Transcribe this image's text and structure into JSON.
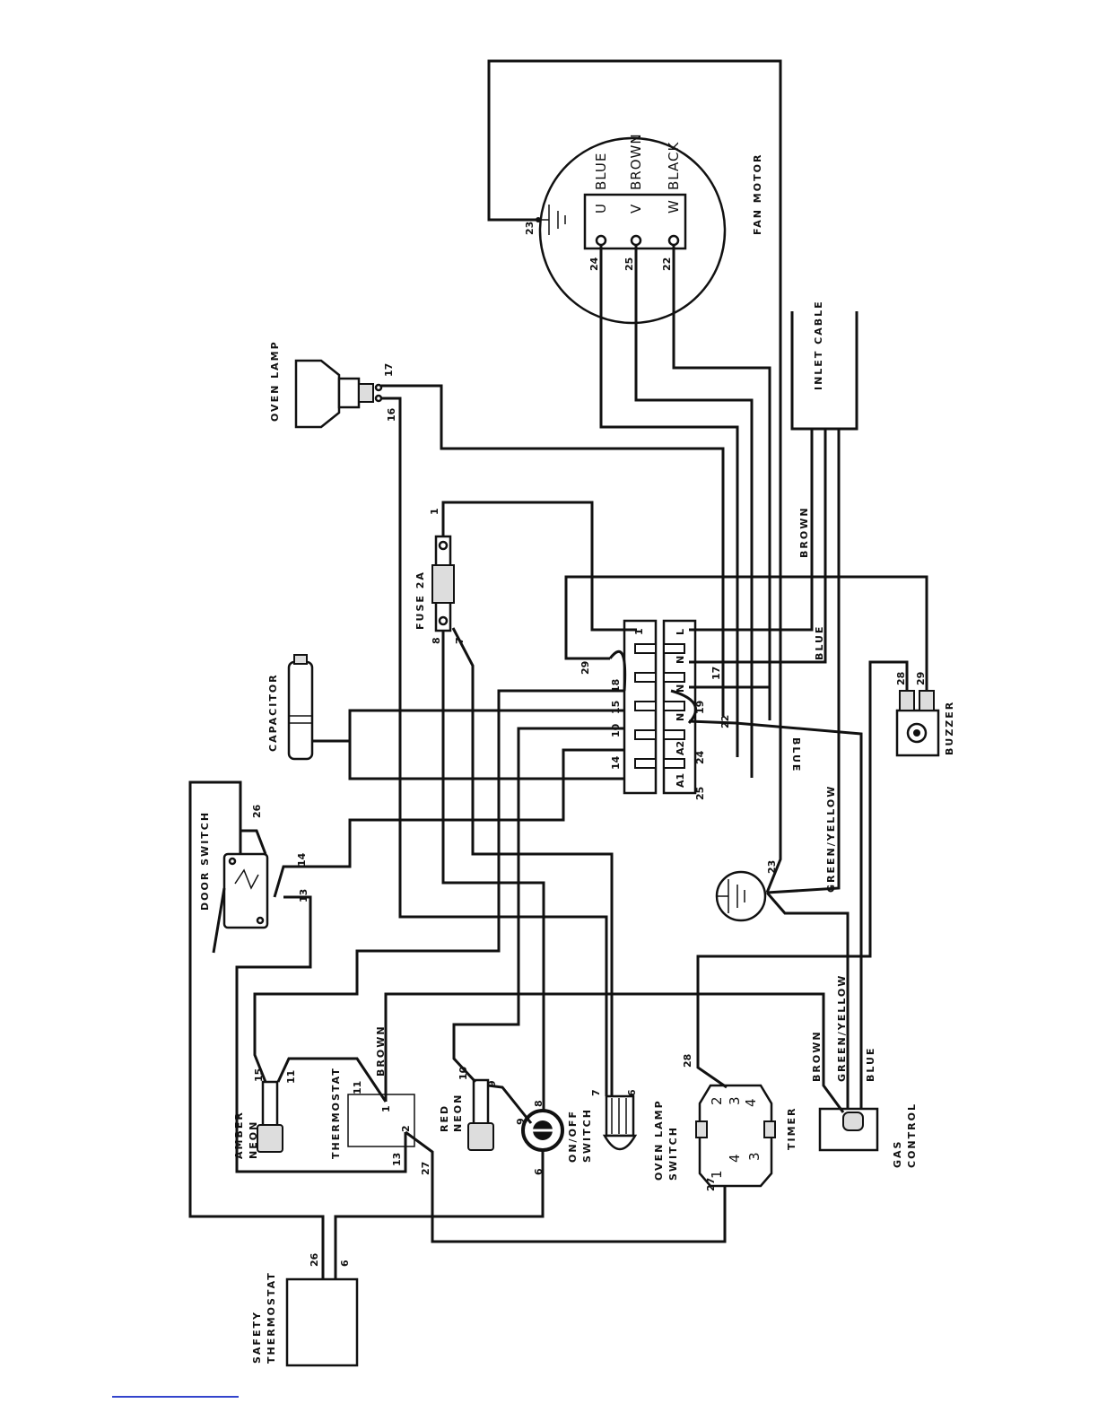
{
  "components": {
    "fan_motor": "FAN MOTOR",
    "oven_lamp": "OVEN LAMP",
    "inlet_cable": "INLET CABLE",
    "fuse": "FUSE 2A",
    "capacitor": "CAPACITOR",
    "buzzer": "BUZZER",
    "door_switch": "DOOR SWITCH",
    "amber_neon": "AMBER NEON",
    "thermostat": "THERMOSTAT",
    "red_neon": "RED NEON",
    "on_off_switch": "ON/OFF SWITCH",
    "oven_lamp_switch": "OVEN LAMP SWITCH",
    "timer": "TIMER",
    "gas_control": "GAS CONTROL",
    "safety_thermostat": "SAFETY THERMOSTAT"
  },
  "motor_terminals": {
    "u": "U",
    "v": "V",
    "w": "W",
    "blue": "BLUE",
    "brown": "BROWN",
    "black": "BLACK"
  },
  "wire_colors": {
    "brown": "BROWN",
    "blue": "BLUE",
    "green_yellow": "GREEN/YELLOW"
  },
  "terminal_block": {
    "left": [
      "1",
      "",
      "",
      "",
      "",
      ""
    ],
    "right": [
      "L",
      "N",
      "N",
      "N",
      "A2",
      "A1"
    ]
  },
  "thermostat_pins": {
    "p1": "1",
    "p2": "2"
  },
  "timer_pins": {
    "p1": "1",
    "p2": "2",
    "p3": "3",
    "p4": "4"
  },
  "wire_numbers": {
    "w1": "1",
    "w6": "6",
    "w7": "7",
    "w8": "8",
    "w9": "9",
    "w10": "10",
    "w11": "11",
    "w13": "13",
    "w14": "14",
    "w15": "15",
    "w16": "16",
    "w17": "17",
    "w18": "18",
    "w19": "19",
    "w22": "22",
    "w23": "23",
    "w24": "24",
    "w25": "25",
    "w26": "26",
    "w27": "27",
    "w28": "28",
    "w29": "29"
  }
}
